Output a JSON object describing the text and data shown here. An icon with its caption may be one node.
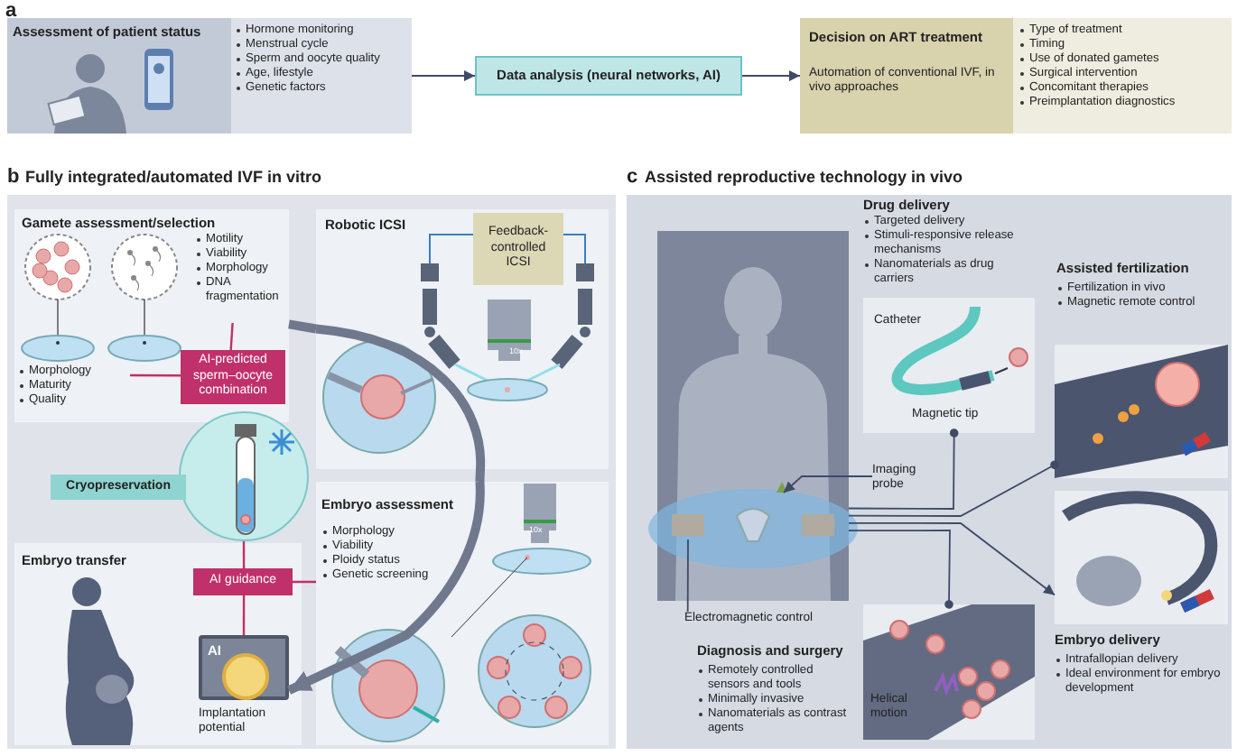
{
  "diagram": {
    "nodes": [
      {
        "text": [
          "Assessment of patient status",
          "Hormone monitoring",
          "Menstrual cycle",
          "Sperm and oocyte quality",
          "Age, lifestyle",
          "Genetic factors"
        ]
      },
      {
        "text": [
          "Data analysis (neural networks, AI)"
        ]
      },
      {
        "text": [
          "Decision on ART treatment",
          "Automation of conventional IVF, in vivo approaches",
          "Type of treatment",
          "Timing",
          "Use of donated gametes",
          "Surgical intervention",
          "Concomitant therapies",
          "Preimplantation diagnostics"
        ]
      },
      {
        "text": [
          "Fully integrated/automated IVF in vitro"
        ]
      },
      {
        "text": [
          "Gamete assessment/selection"
        ],
        "in": 3
      },
      {
        "text": [
          "Motility",
          "Viability",
          "Morphology",
          "DNA fragmentation"
        ],
        "in": 4
      },
      {
        "text": [
          "Morphology",
          "Maturity",
          "Quality"
        ],
        "in": 4
      },
      {
        "text": [
          "AI-predicted sperm–oocyte combination"
        ],
        "in": 4
      },
      {
        "text": [
          "Robotic ICSI"
        ],
        "in": 3
      },
      {
        "text": [
          "Feedback-controlled ICSI"
        ],
        "in": 8
      },
      {
        "text": [],
        "shape": "circle",
        "in": 3
      },
      {
        "text": [
          "Cryopreservation"
        ],
        "in": 3
      },
      {
        "text": [
          "Embryo transfer"
        ],
        "in": 3
      },
      {
        "text": [
          "AI"
        ],
        "beside": [
          "Implantation potential"
        ],
        "in": 12
      },
      {
        "text": [
          "AI guidance"
        ],
        "in": 12
      },
      {
        "text": [
          "Embryo assessment",
          "Morphology",
          "Viability",
          "Ploidy status",
          "Genetic screening"
        ],
        "in": 3
      },
      {
        "text": [
          "Assisted reproductive technology in vivo"
        ]
      },
      {
        "text": [],
        "shape": "person",
        "in": 16
      },
      {
        "text": [
          "Catheter",
          "Magnetic tip"
        ],
        "beside": [
          "Drug delivery",
          "Targeted delivery",
          "Stimuli-responsive release mechanisms",
          "Nanomaterials as drug carriers"
        ],
        "in": 16
      },
      {
        "text": [],
        "shape": "picture",
        "beside": [
          "Assisted fertilization",
          "Fertilization in vivo",
          "Magnetic remote control"
        ],
        "in": 16
      },
      {
        "text": [],
        "shape": "picture",
        "beside": [
          "Embryo delivery",
          "Intrafallopian delivery",
          "Ideal environment for embryo development"
        ],
        "in": 16
      },
      {
        "text": [
          "Helical motion"
        ],
        "beside": [
          "Diagnosis and surgery",
          "Remotely controlled sensors and tools",
          "Minimally invasive",
          "Nanomaterials as contrast agents"
        ],
        "in": 16
      },
      {
        "text": [
          "Imaging probe"
        ],
        "in": 16
      },
      {
        "text": [
          "Electromagnetic control"
        ],
        "in": 16
      }
    ],
    "edges": [
      {
        "from": 0,
        "to": 1,
        "arrow": "to"
      },
      {
        "from": 1,
        "to": 2,
        "arrow": "to"
      },
      {
        "from": 5,
        "to": 7,
        "arrow": "none",
        "color": "#c0306a"
      },
      {
        "from": 6,
        "to": 7,
        "arrow": "none",
        "color": "#c0306a"
      },
      {
        "from": 14,
        "to": 10,
        "arrow": "none",
        "color": "#c0306a"
      },
      {
        "from": 14,
        "to": 13,
        "arrow": "none",
        "color": "#c0306a"
      },
      {
        "from": 14,
        "to": 15,
        "arrow": "none",
        "color": "#c0306a"
      },
      {
        "from": 4,
        "to": 8,
        "arrow": "none",
        "style": "thick",
        "color": "#6f788c"
      },
      {
        "from": 8,
        "to": 15,
        "arrow": "none",
        "style": "thick",
        "color": "#6f788c"
      },
      {
        "from": 15,
        "to": 13,
        "arrow": "to",
        "style": "thick",
        "color": "#6f788c"
      },
      {
        "from": 17,
        "to": 18,
        "arrow": "other"
      },
      {
        "from": 17,
        "to": 19,
        "arrow": "other"
      },
      {
        "from": 17,
        "to": 20,
        "arrow": "to"
      },
      {
        "from": 17,
        "to": 21,
        "arrow": "other"
      },
      {
        "from": 22,
        "to": 17,
        "arrow": "to"
      },
      {
        "from": 23,
        "to": 17,
        "arrow": "none"
      }
    ],
    "labels": [
      "a",
      "b",
      "c",
      "10x",
      "10x"
    ]
  }
}
